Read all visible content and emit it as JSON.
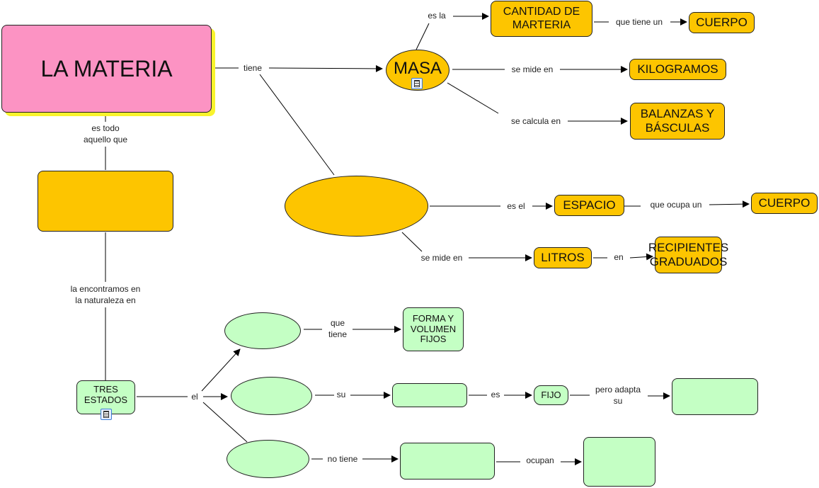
{
  "concepts": {
    "la_materia": "LA MATERIA",
    "blank_definition": "",
    "masa": "MASA",
    "volumen_blank": "",
    "cantidad_materia": "CANTIDAD  DE\nMARTERIA",
    "cuerpo_1": "CUERPO",
    "kilogramos": "KILOGRAMOS",
    "balanzas": "BALANZAS Y\nBÁSCULAS",
    "espacio": "ESPACIO",
    "cuerpo_2": "CUERPO",
    "litros": "LITROS",
    "recipientes": "RECIPIENTES\nGRADUADOS",
    "tres_estados": "TRES\nESTADOS",
    "solido_blank": "",
    "forma_volumen": "FORMA Y\nVOLUMEN\nFIJOS",
    "liquido_blank": "",
    "liquido_prop_blank": "",
    "fijo": "FIJO",
    "forma_blank": "",
    "gas_blank": "",
    "gas_prop_blank": "",
    "ocupan_blank": ""
  },
  "links": {
    "tiene": "tiene",
    "es_todo": "es todo\naquello que",
    "la_encontramos": "la encontramos en\nla naturaleza en",
    "es_la": "es la",
    "que_tiene_un": "que tiene un",
    "se_mide_en_1": "se mide en",
    "se_calcula_en": "se calcula en",
    "es_el": "es el",
    "que_ocupa_un": "que ocupa un",
    "se_mide_en_2": "se mide en",
    "en": "en",
    "el": "el",
    "que_tiene": "que\ntiene",
    "su": "su",
    "es": "es",
    "pero_adapta": "pero adapta\nsu",
    "no_tiene": "no tiene",
    "ocupan": "ocupan"
  },
  "colors": {
    "root": "#fc93c3",
    "root_shadow": "#f9f32c",
    "orange": "#fdc500",
    "green": "#c4ffc4"
  }
}
